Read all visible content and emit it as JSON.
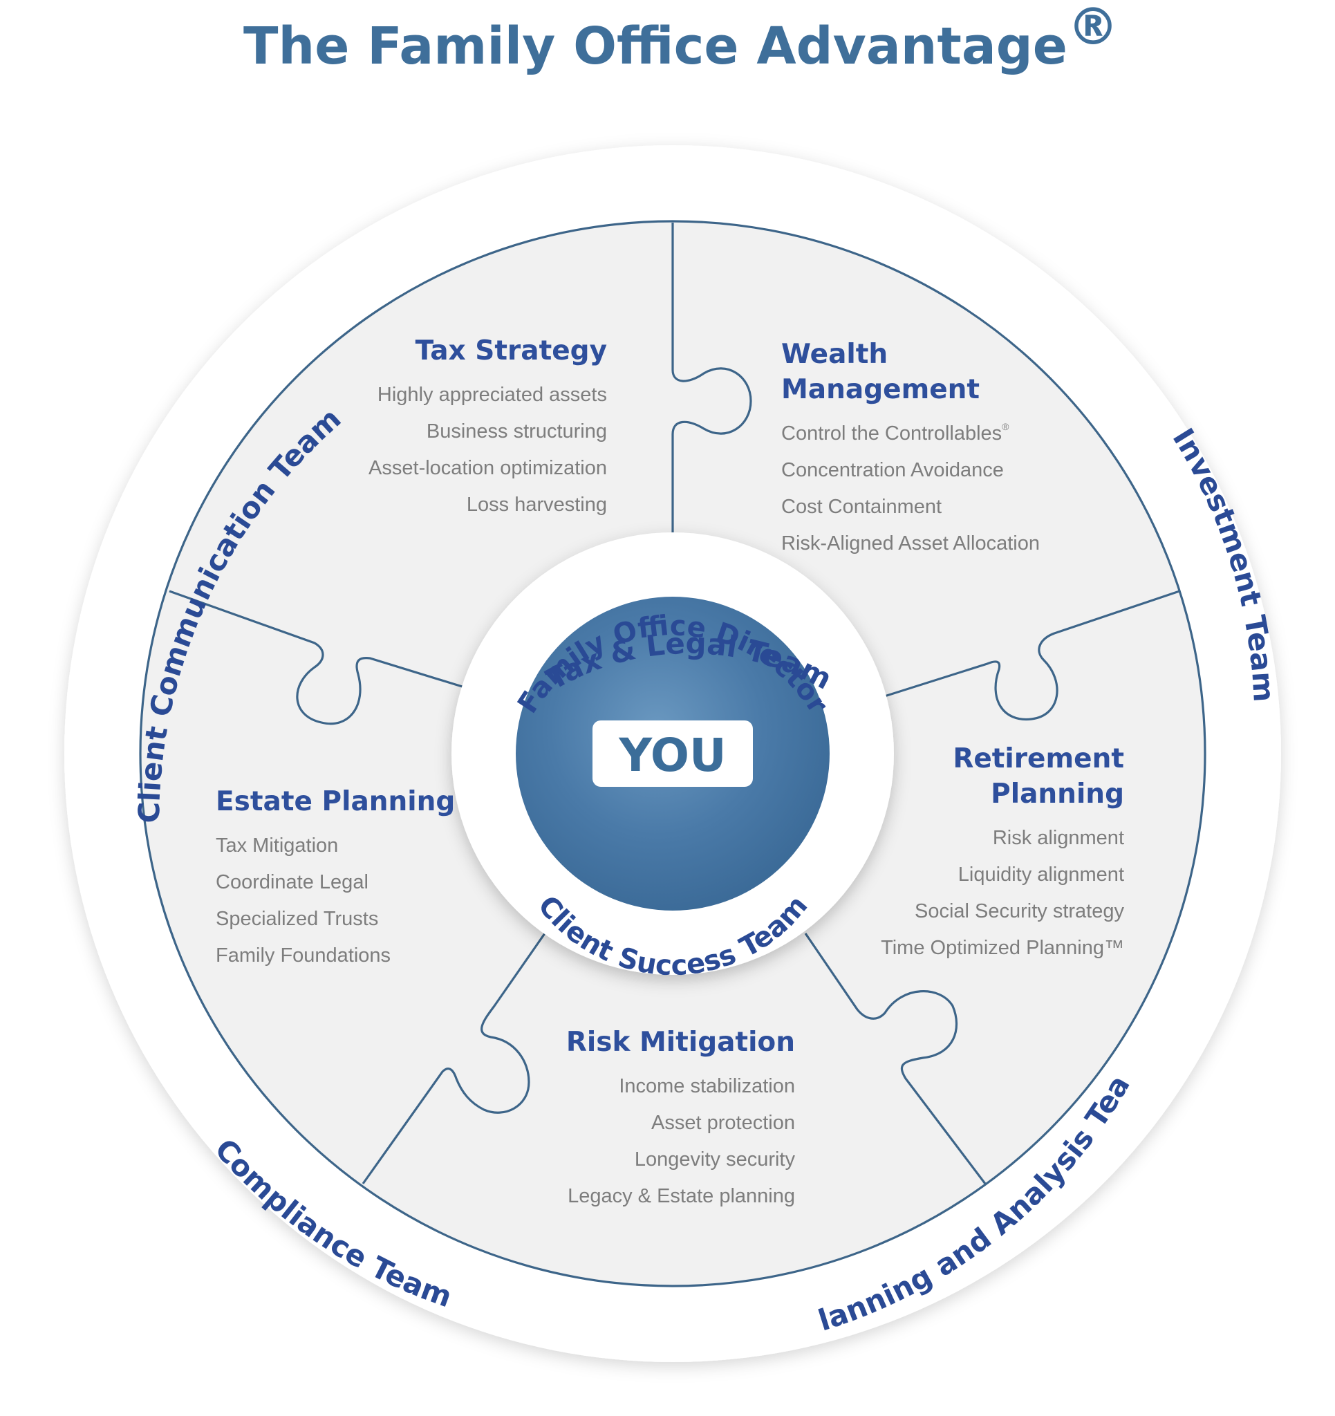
{
  "title": "The Family Office Advantage",
  "title_mark": "®",
  "center": {
    "label": "YOU",
    "top_arc": "Family Office Director",
    "bottom_arc": "Client Success Team"
  },
  "outer_teams": {
    "top": "Tax & Legal Team",
    "left": "Client Communication Team",
    "right": "Investment Team",
    "bottom_left": "Compliance Team",
    "bottom_right": "Planning and Analysis Team"
  },
  "sections": {
    "tax_strategy": {
      "title": [
        "Tax Strategy"
      ],
      "items": [
        "Highly appreciated assets",
        "Business structuring",
        "Asset-location optimization",
        "Loss harvesting"
      ]
    },
    "wealth_management": {
      "title": [
        "Wealth",
        "Management"
      ],
      "items": [
        "Control the Controllables",
        "Concentration Avoidance",
        "Cost Containment",
        "Risk-Aligned Asset Allocation"
      ],
      "item_mark": "®"
    },
    "retirement_planning": {
      "title": [
        "Retirement",
        "Planning"
      ],
      "items": [
        "Risk alignment",
        "Liquidity alignment",
        "Social Security strategy",
        "Time Optimized Planning™"
      ]
    },
    "risk_mitigation": {
      "title": [
        "Risk Mitigation"
      ],
      "items": [
        "Income stabilization",
        "Asset protection",
        "Longevity security",
        "Legacy & Estate planning"
      ]
    },
    "estate_planning": {
      "title": [
        "Estate Planning"
      ],
      "items": [
        "Tax Mitigation",
        "Coordinate Legal",
        "Specialized Trusts",
        "Family Foundations"
      ]
    }
  },
  "colors": {
    "title": "#3f6f9a",
    "team_text": "#2a4a95",
    "section_title": "#2e4f9c",
    "item_text": "#7d7d7d",
    "outline": "#3d6589",
    "puzzle_fill": "#f1f1f1",
    "center_dark": "#3c6c98",
    "center_light": "#6a98c0"
  },
  "icons": {
    "center_badge": "you-badge",
    "puzzle": "puzzle-piece-outline"
  }
}
